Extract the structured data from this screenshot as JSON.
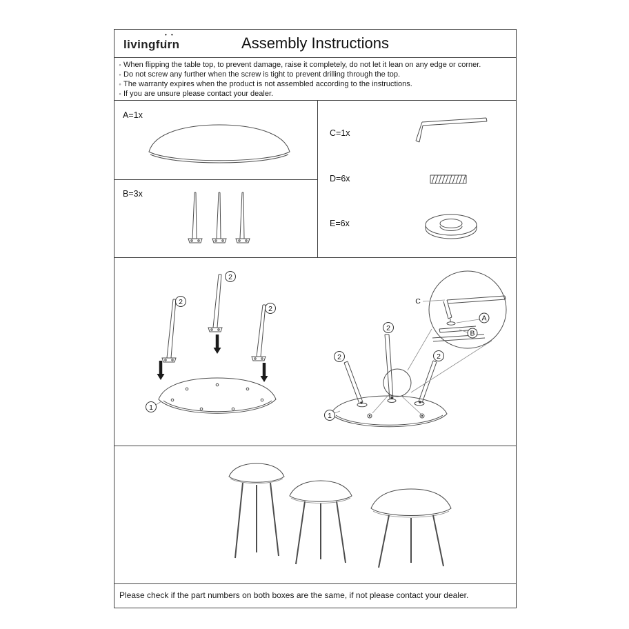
{
  "header": {
    "logo_text": "livingfurn",
    "logo_dots": "• • •",
    "title": "Assembly Instructions"
  },
  "warnings": {
    "bullet": "◦",
    "items": [
      "When flipping the table top, to prevent damage, raise it completely, do not let it lean on any edge or corner.",
      "Do not screw any further when the screw is tight to prevent drilling through the top.",
      "The warranty expires when the product is not assembled according to the instructions.",
      "If you are unsure please contact your dealer."
    ]
  },
  "parts": {
    "a": "A=1x",
    "b": "B=3x",
    "c": "C=1x",
    "d": "D=6x",
    "e": "E=6x"
  },
  "assembly": {
    "step1": "1",
    "step2": "2",
    "label_a": "A",
    "label_b": "B",
    "label_c": "C"
  },
  "footer": {
    "note": "Please check if the part numbers on both boxes are the same, if not please contact your dealer."
  },
  "colors": {
    "ink": "#1a1a1a",
    "line": "#4c4c4c"
  }
}
